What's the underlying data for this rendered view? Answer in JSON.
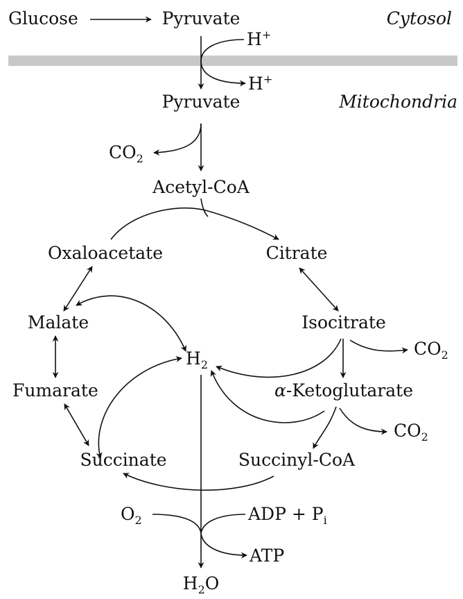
{
  "compartments": {
    "cytosol": "Cytosol",
    "mitochondria": "Mitochondria"
  },
  "molecules": {
    "glucose": "Glucose",
    "pyruvate_cytosol": "Pyruvate",
    "pyruvate_mito": "Pyruvate",
    "acetyl_coa": "Acetyl-CoA",
    "oxaloacetate": "Oxaloacetate",
    "citrate": "Citrate",
    "malate": "Malate",
    "isocitrate": "Isocitrate",
    "fumarate": "Fumarate",
    "alpha_prefix": "α",
    "ketoglutarate": "-Ketoglutarate",
    "succinate": "Succinate",
    "succinyl_coa": "Succinyl-CoA",
    "h_base": "H",
    "h_charge": "+",
    "h2_base": "H",
    "h2_sub": "2",
    "co2_base": "CO",
    "co2_sub": "2",
    "o2_base": "O",
    "o2_sub": "2",
    "adp_pi": "ADP + P",
    "pi_sub": "i",
    "atp": "ATP",
    "water_h": "H",
    "water_sub": "2",
    "water_o": "O"
  },
  "colors": {
    "ink": "#111111",
    "membrane": "#c8c8c8",
    "background": "#ffffff"
  }
}
